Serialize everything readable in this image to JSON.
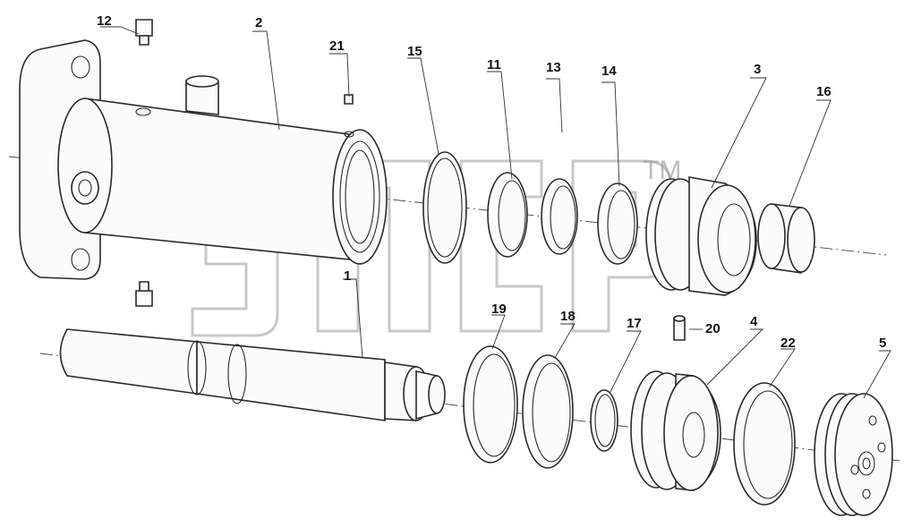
{
  "labels": {
    "p1": "1",
    "p2": "2",
    "p3": "3",
    "p4": "4",
    "p5": "5",
    "p11": "11",
    "p12": "12",
    "p13": "13",
    "p14": "14",
    "p15": "15",
    "p16": "16",
    "p17": "17",
    "p18": "18",
    "p19": "19",
    "p20": "20",
    "p21": "21",
    "p22": "22"
  },
  "watermark": {
    "tm": "TM"
  }
}
